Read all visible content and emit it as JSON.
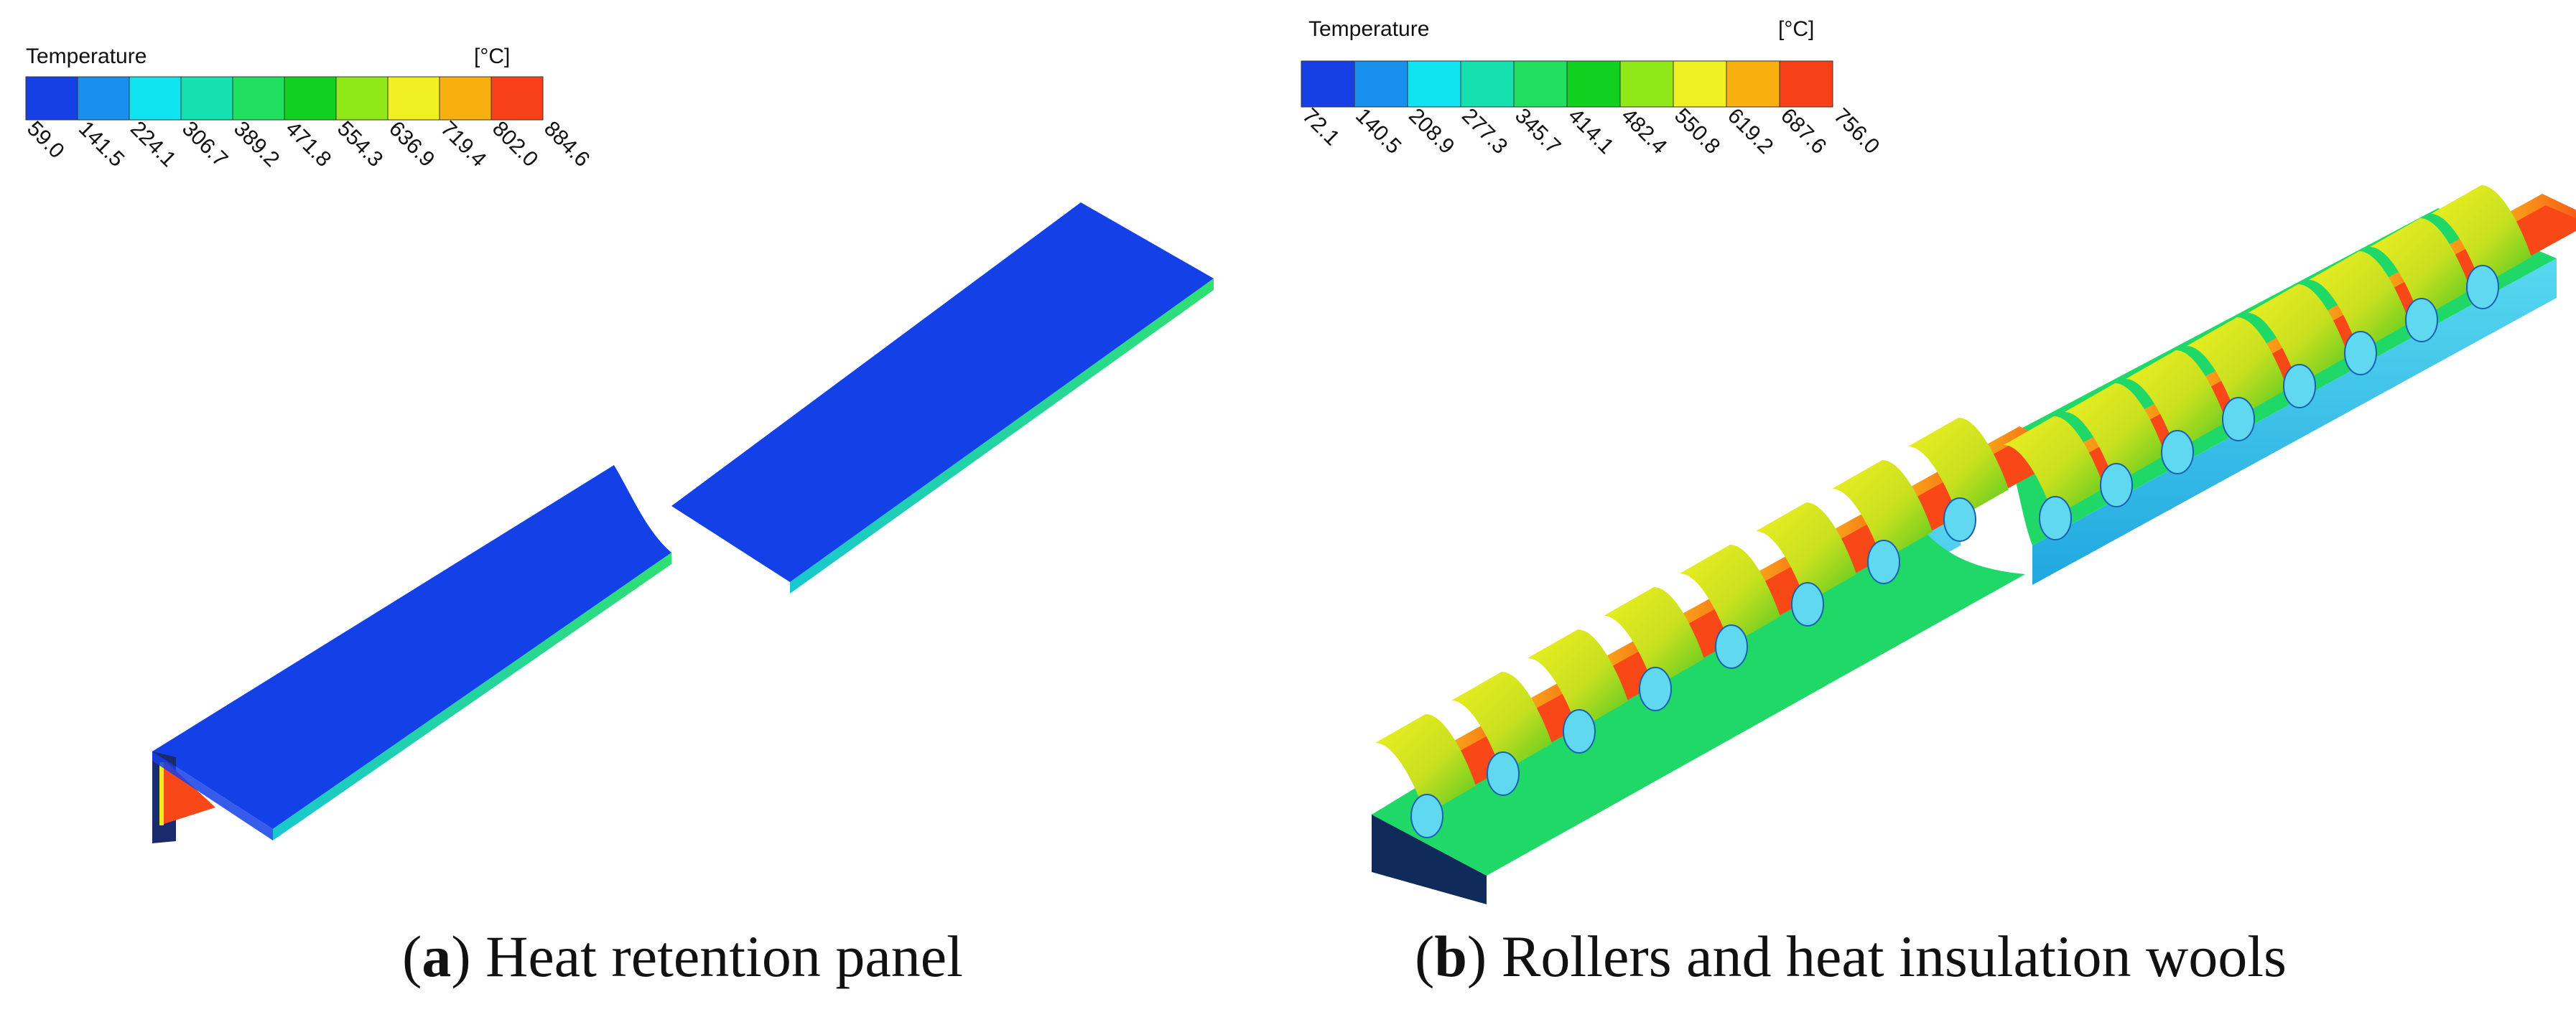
{
  "panels": [
    {
      "id": "a",
      "legend": {
        "title": "Temperature",
        "unit": "[°C]",
        "ticks": [
          "59.0",
          "141.5",
          "224.1",
          "306.7",
          "389.2",
          "471.8",
          "554.3",
          "636.9",
          "719.4",
          "802.0",
          "884.6"
        ]
      },
      "caption": {
        "letter": "a",
        "text": "Heat retention panel"
      }
    },
    {
      "id": "b",
      "legend": {
        "title": "Temperature",
        "unit": "[°C]",
        "ticks": [
          "72.1",
          "140.5",
          "208.9",
          "277.3",
          "345.7",
          "414.1",
          "482.4",
          "550.8",
          "619.2",
          "687.6",
          "756.0"
        ]
      },
      "caption": {
        "letter": "b",
        "text": "Rollers and heat insulation wools"
      }
    }
  ],
  "colormap": [
    "#1640e6",
    "#1a90ee",
    "#10e4f0",
    "#14e0b0",
    "#20e060",
    "#10d020",
    "#90e818",
    "#f0f020",
    "#f8b010",
    "#f84018"
  ],
  "colors": {
    "panel_blue": "#1440e8",
    "edge_green": "#30e070",
    "hot_red": "#f84818",
    "hot_orange": "#f8b010",
    "warm_yellow": "#f0ec20",
    "roller_blue": "#30c8e8",
    "dark_navy": "#102a5a"
  }
}
